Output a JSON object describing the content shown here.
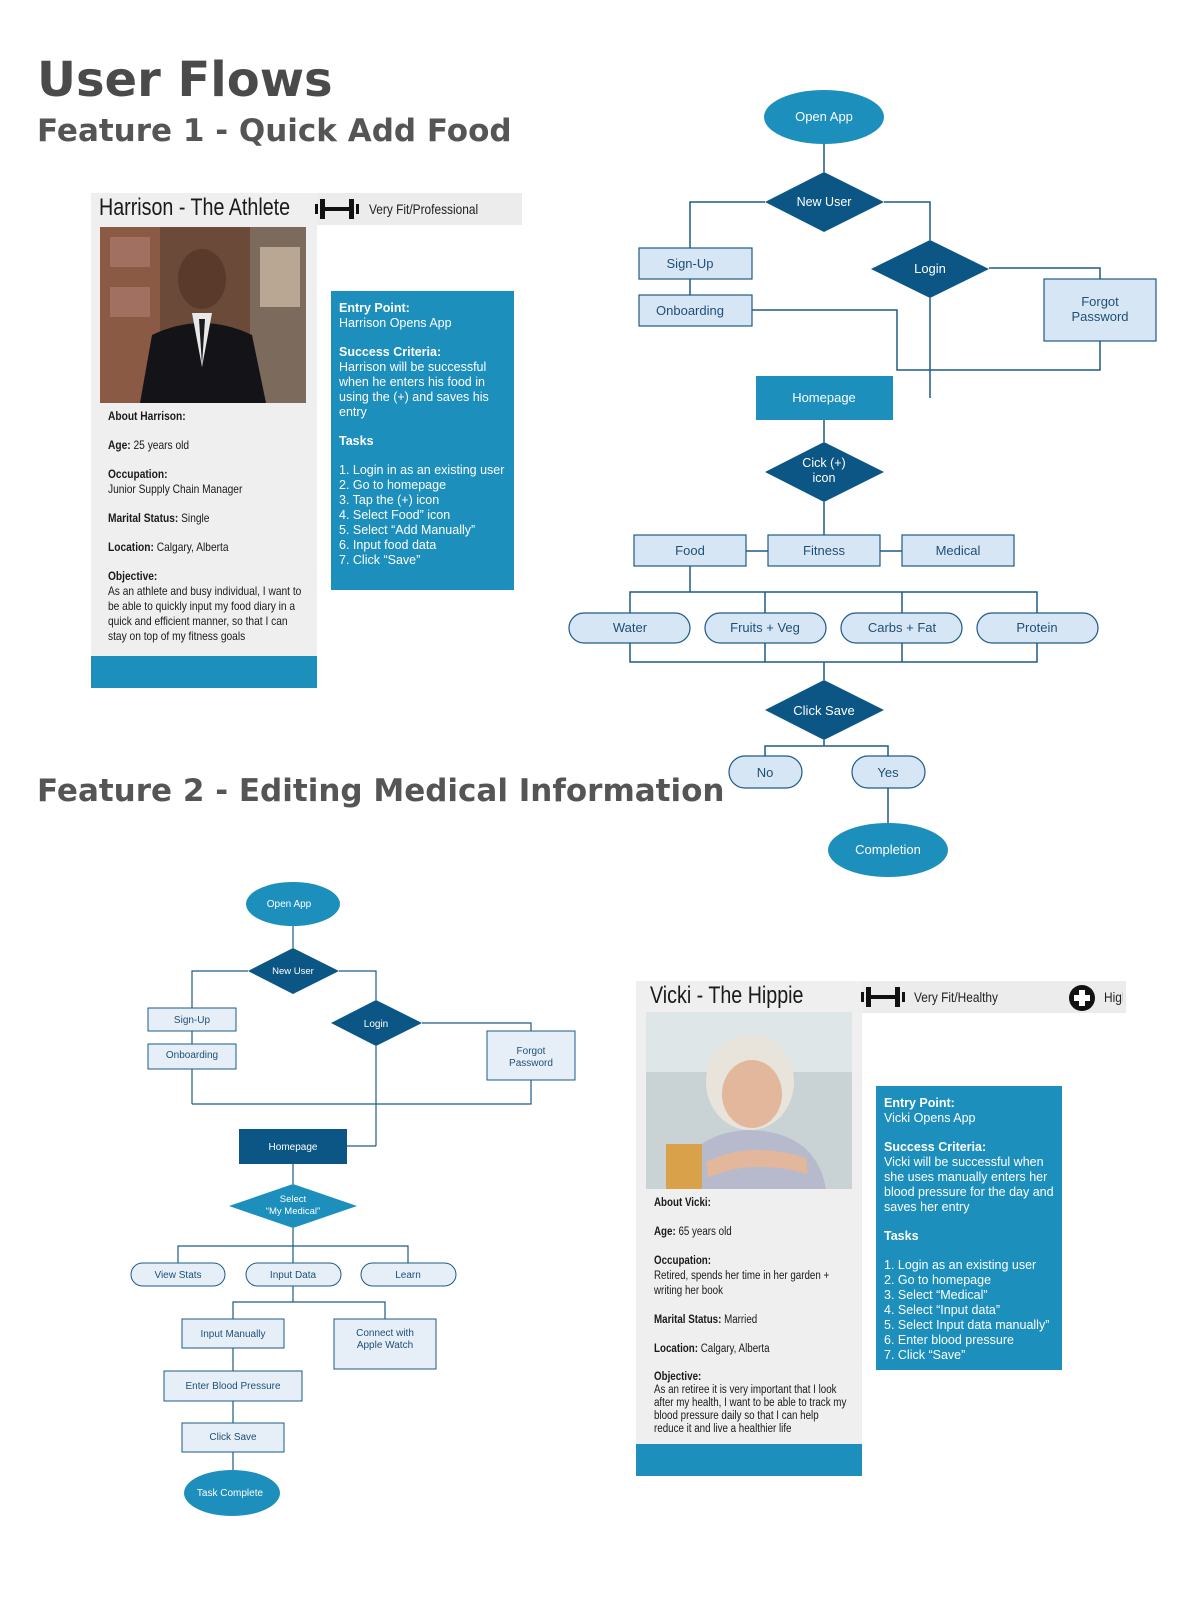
{
  "header": {
    "title": "User Flows",
    "feature1": "Feature 1 - Quick Add Food",
    "feature2": "Feature 2 - Editing Medical Information"
  },
  "colors": {
    "accent": "#1d8fbc",
    "dark": "#0b5684",
    "light_box": "#d6e6f4",
    "card": "#1d8fbc"
  },
  "flow1": {
    "open_app": "Open App",
    "new_user": "New User",
    "sign_up": "Sign-Up",
    "onboarding": "Onboarding",
    "login": "Login",
    "forgot_password": [
      "Forgot",
      "Password"
    ],
    "homepage": "Homepage",
    "click_icon": [
      "Cick (+)",
      "icon"
    ],
    "food": "Food",
    "fitness": "Fitness",
    "medical": "Medical",
    "water": "Water",
    "fruits_veg": "Fruits + Veg",
    "carbs_fat": "Carbs + Fat",
    "protein": "Protein",
    "click_save": "Click Save",
    "no": "No",
    "yes": "Yes",
    "completion": "Completion"
  },
  "flow2": {
    "open_app": "Open App",
    "new_user": "New User",
    "sign_up": "Sign-Up",
    "onboarding": "Onboarding",
    "login": "Login",
    "forgot_password": [
      "Forgot",
      "Password"
    ],
    "homepage": "Homepage",
    "select_medical": [
      "Select",
      "“My Medical”"
    ],
    "view_stats": "View Stats",
    "input_data": "Input Data",
    "learn": "Learn",
    "input_manually": "Input Manually",
    "connect_apple": [
      "Connect with",
      "Apple Watch"
    ],
    "enter_bp": "Enter Blood Pressure",
    "click_save": "Click Save",
    "task_complete": "Task Complete"
  },
  "persona1": {
    "name": "Harrison - The Athlete",
    "fitness_tag": "Very Fit/Professional",
    "about_title": "About Harrison:",
    "age_label": "Age:",
    "age": "25 years old",
    "occupation_label": "Occupation:",
    "occupation": "Junior Supply Chain Manager",
    "marital_label": "Marital Status:",
    "marital": "Single",
    "location_label": "Location:",
    "location": "Calgary, Alberta",
    "objective_label": "Objective:",
    "objective": "As an athlete and busy individual,  I want to be able to quickly input my food diary in a quick and efficient manner, so that I can stay on top of my fitness goals",
    "entry_label": "Entry Point:",
    "entry": "Harrison Opens App",
    "success_label": "Success Criteria:",
    "success": "Harrison will be successful when he enters his food in using the (+) and saves his entry",
    "tasks_label": "Tasks",
    "tasks": [
      "1. Login in as an existing user",
      "2. Go to homepage",
      "3. Tap the (+) icon",
      "4. Select Food” icon",
      "5. Select “Add Manually”",
      "6. Input food data",
      "7. Click “Save”"
    ]
  },
  "persona2": {
    "name": "Vicki - The Hippie",
    "fitness_tag": "Very Fit/Healthy",
    "health_tag": "High",
    "about_title": "About Vicki:",
    "age_label": "Age:",
    "age": "65 years old",
    "occupation_label": "Occupation:",
    "occupation": "Retired, spends her time in her garden + writing her book",
    "marital_label": "Marital Status:",
    "marital": "Married",
    "location_label": "Location:",
    "location": "Calgary, Alberta",
    "objective_label": "Objective:",
    "objective": "As an retiree it is very important that I look after  my health,  I want to be able to track my blood pressure daily so that I can help reduce it and live a healthier life",
    "entry_label": "Entry Point:",
    "entry": "Vicki Opens App",
    "success_label": "Success Criteria:",
    "success": "Vicki will be successful when she uses manually enters her blood pressure for the day and saves her entry",
    "tasks_label": "Tasks",
    "tasks": [
      "1. Login as an existing user",
      "2. Go to homepage",
      "3. Select “Medical”",
      "4. Select “Input data”",
      "5. Select Input data manually”",
      "6. Enter blood pressure",
      "7. Click “Save”"
    ]
  }
}
